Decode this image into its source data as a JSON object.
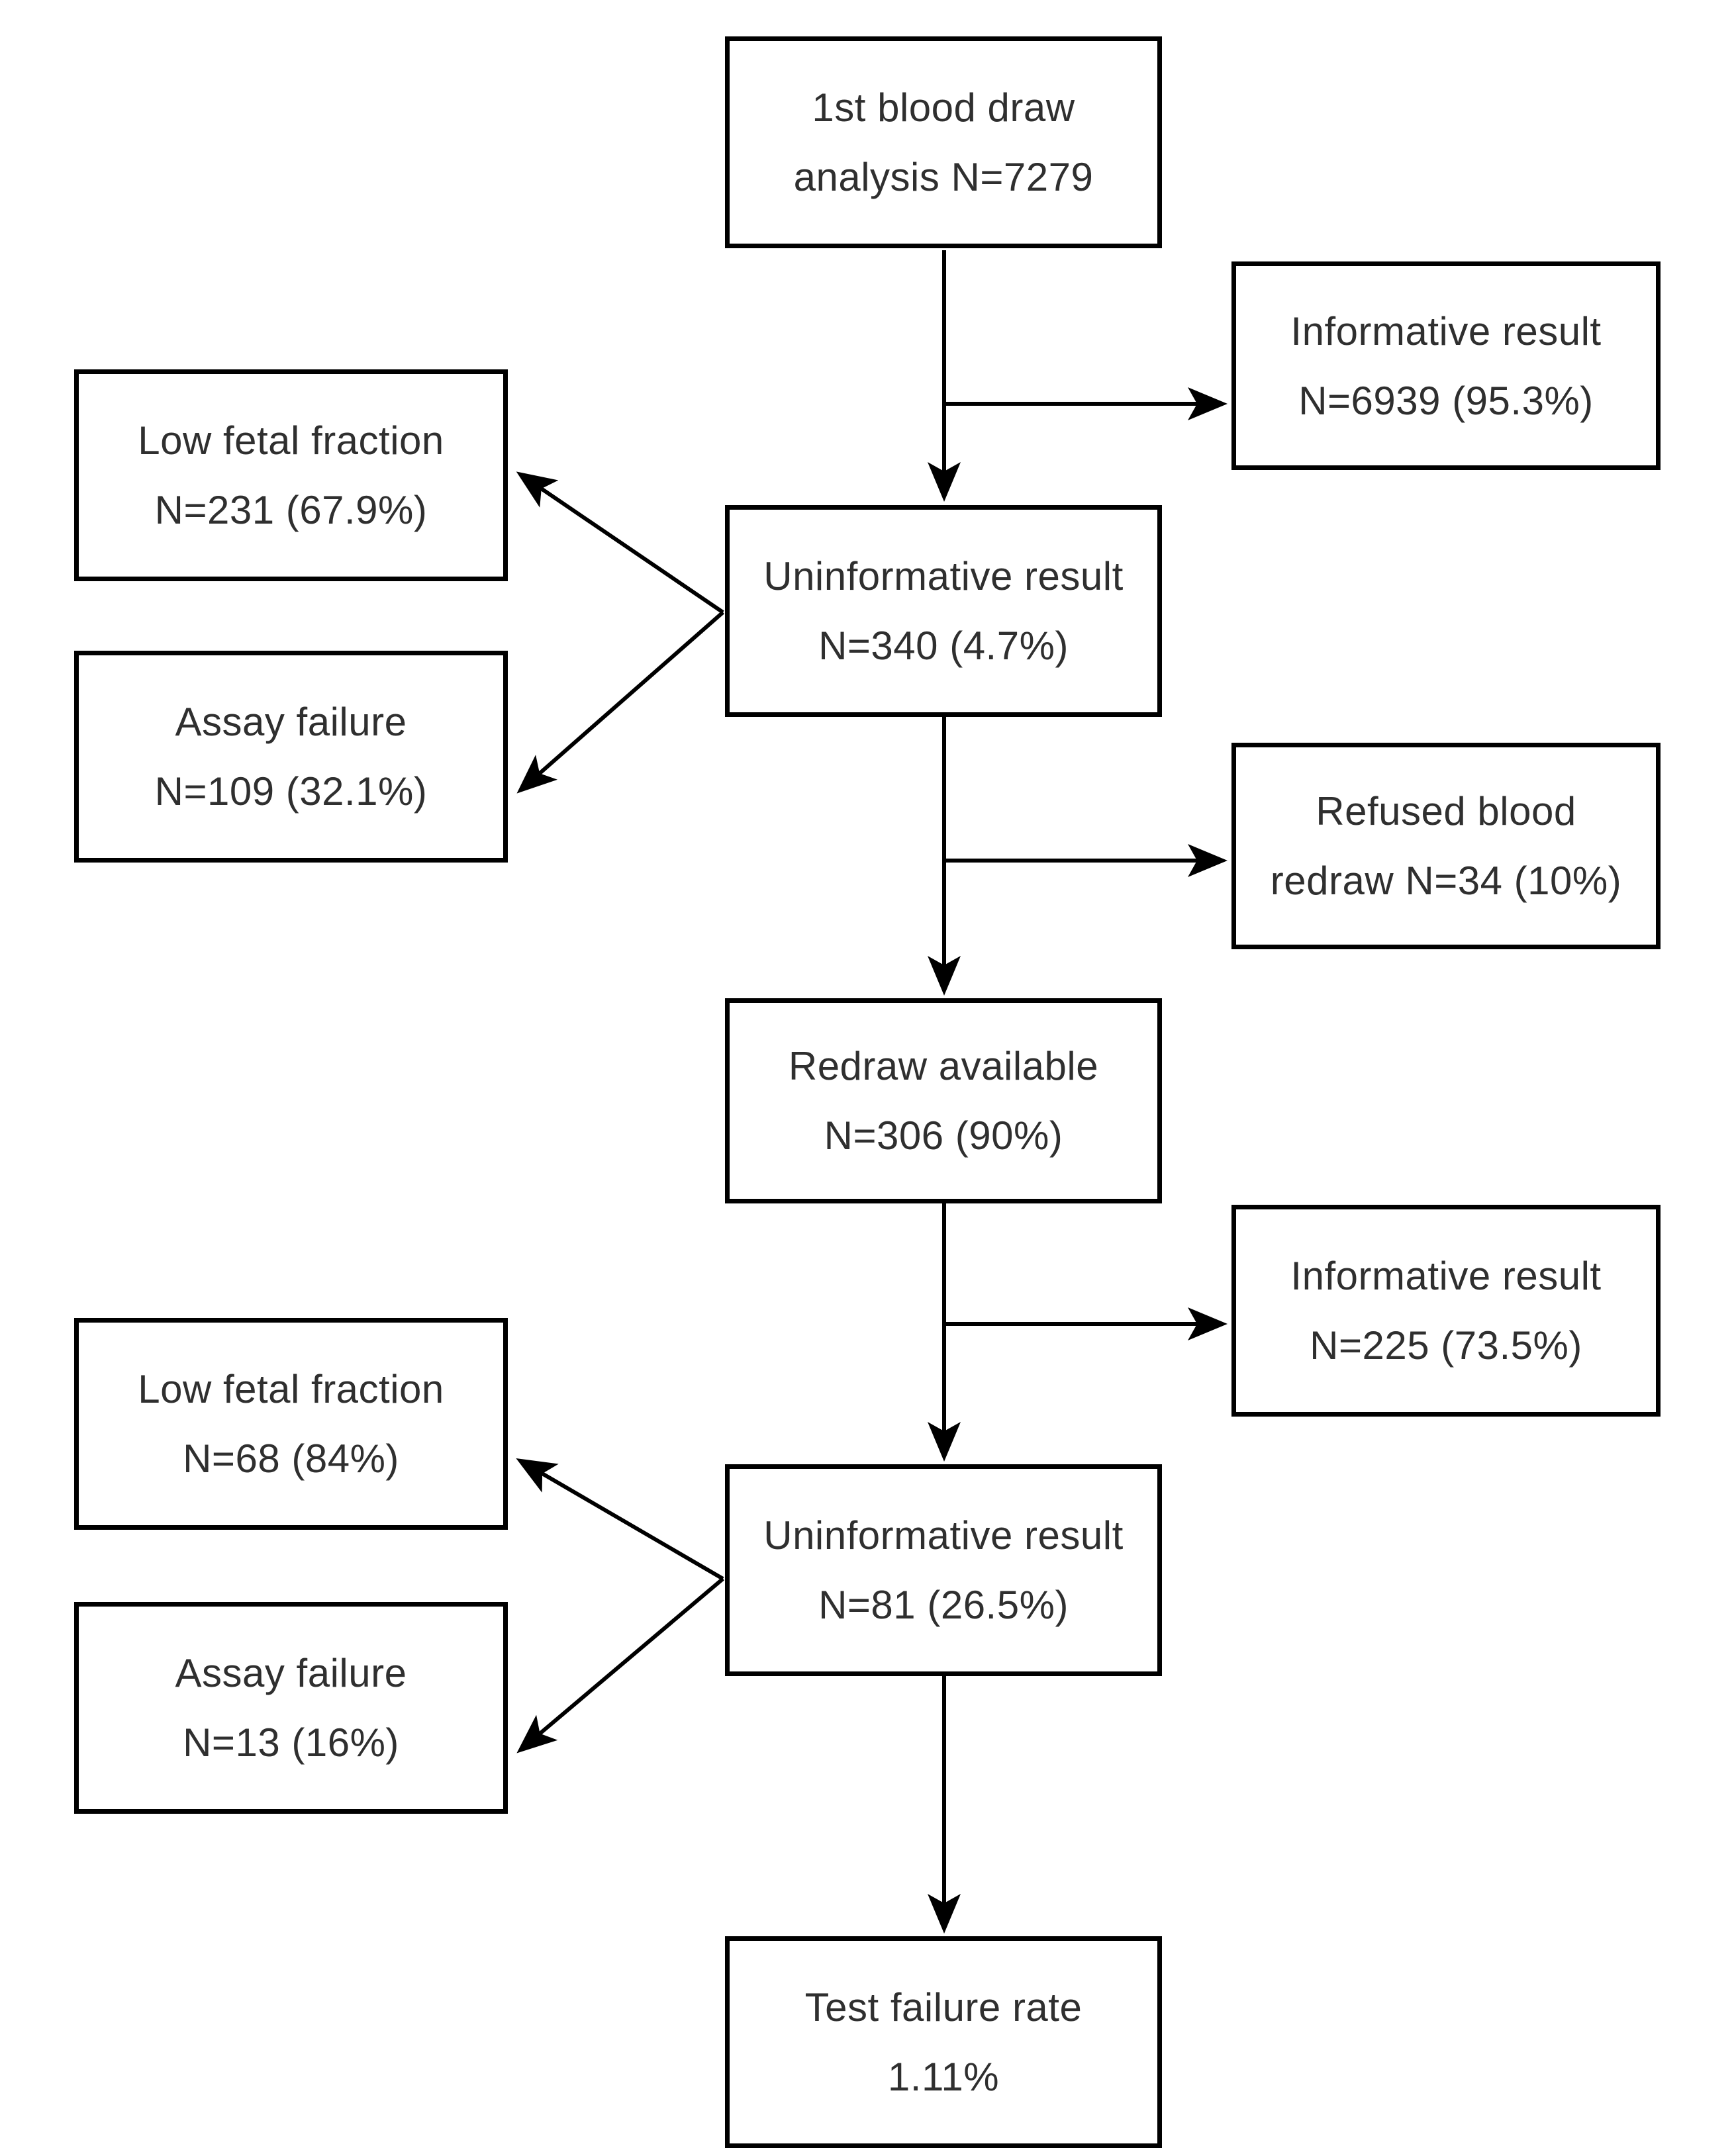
{
  "diagram": {
    "background_color": "#ffffff",
    "box_border_color": "#000000",
    "arrow_color": "#000000",
    "text_color": "#2f2f2f",
    "nodes": {
      "first_blood_draw": {
        "line1": "1st blood draw",
        "line2": "analysis N=7279"
      },
      "informative_result_1": {
        "line1": "Informative result",
        "line2": "N=6939 (95.3%)"
      },
      "low_fetal_fraction_1": {
        "line1": "Low fetal fraction",
        "line2": "N=231 (67.9%)"
      },
      "uninformative_result_1": {
        "line1": "Uninformative result",
        "line2": "N=340 (4.7%)"
      },
      "assay_failure_1": {
        "line1": "Assay failure",
        "line2": "N=109 (32.1%)"
      },
      "refused_redraw": {
        "line1": "Refused blood",
        "line2": "redraw N=34 (10%)"
      },
      "redraw_available": {
        "line1": "Redraw available",
        "line2": "N=306 (90%)"
      },
      "informative_result_2": {
        "line1": "Informative result",
        "line2": "N=225 (73.5%)"
      },
      "low_fetal_fraction_2": {
        "line1": "Low fetal fraction",
        "line2": "N=68 (84%)"
      },
      "uninformative_result_2": {
        "line1": "Uninformative result",
        "line2": "N=81 (26.5%)"
      },
      "assay_failure_2": {
        "line1": "Assay failure",
        "line2": "N=13 (16%)"
      },
      "test_failure_rate": {
        "line1": "Test failure rate",
        "line2": "1.11%"
      }
    },
    "edges": [
      {
        "from": "first_blood_draw",
        "to": "informative_result_1"
      },
      {
        "from": "first_blood_draw",
        "to": "uninformative_result_1"
      },
      {
        "from": "uninformative_result_1",
        "to": "low_fetal_fraction_1"
      },
      {
        "from": "uninformative_result_1",
        "to": "assay_failure_1"
      },
      {
        "from": "uninformative_result_1",
        "to": "refused_redraw"
      },
      {
        "from": "uninformative_result_1",
        "to": "redraw_available"
      },
      {
        "from": "redraw_available",
        "to": "informative_result_2"
      },
      {
        "from": "redraw_available",
        "to": "uninformative_result_2"
      },
      {
        "from": "uninformative_result_2",
        "to": "low_fetal_fraction_2"
      },
      {
        "from": "uninformative_result_2",
        "to": "assay_failure_2"
      },
      {
        "from": "uninformative_result_2",
        "to": "test_failure_rate"
      }
    ]
  }
}
